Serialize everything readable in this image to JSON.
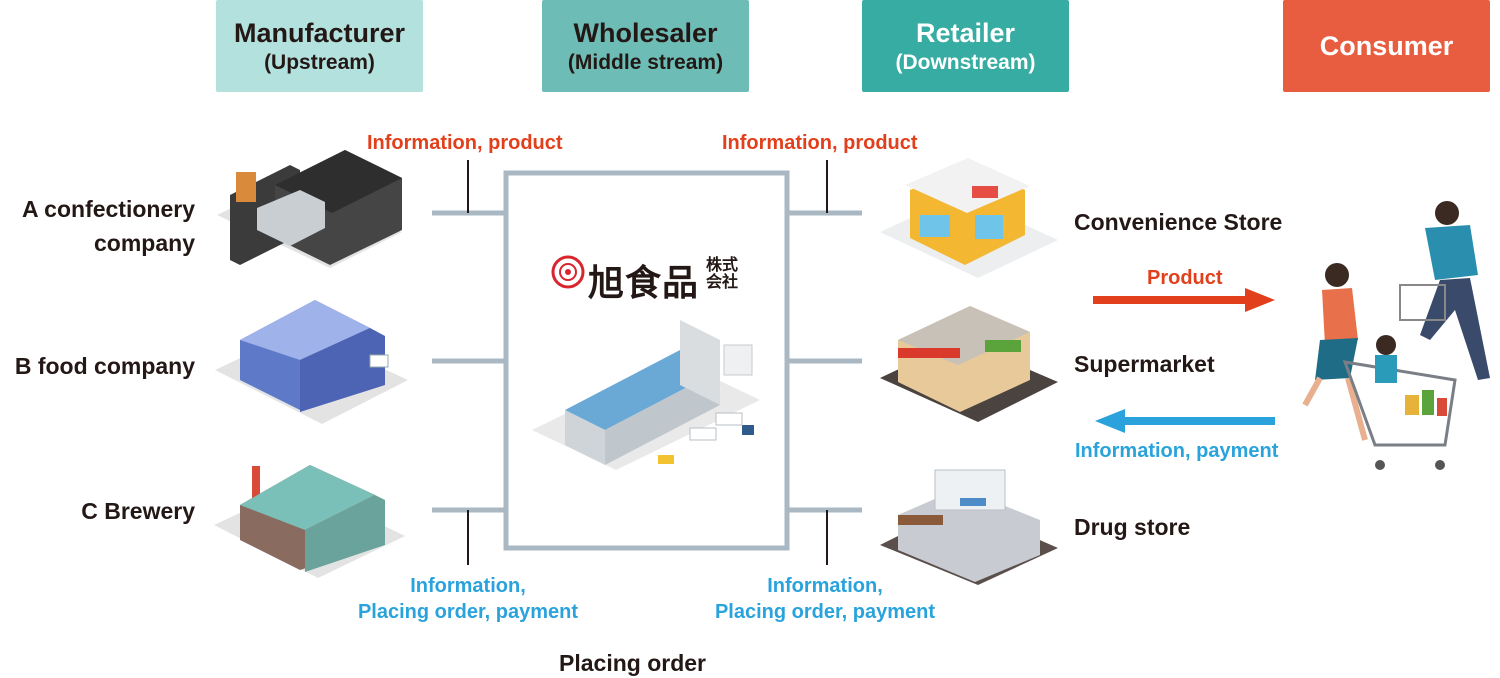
{
  "stages": {
    "manufacturer": {
      "title": "Manufacturer",
      "sub": "(Upstream)"
    },
    "wholesaler": {
      "title": "Wholesaler",
      "sub": "(Middle stream)"
    },
    "retailer": {
      "title": "Retailer",
      "sub": "(Downstream)"
    },
    "consumer": {
      "title": "Consumer"
    }
  },
  "manufacturers": {
    "a_line1": "A confectionery",
    "a_line2": "company",
    "b": "B food company",
    "c": "C Brewery"
  },
  "retailers": {
    "convenience": "Convenience Store",
    "supermarket": "Supermarket",
    "drugstore": "Drug store"
  },
  "flows": {
    "info_product_left": "Information, product",
    "info_product_right": "Information, product",
    "info_order_left_1": "Information,",
    "info_order_left_2": "Placing order, payment",
    "info_order_right_1": "Information,",
    "info_order_right_2": "Placing order, payment",
    "product": "Product",
    "info_payment": "Information, payment"
  },
  "wholesaler_logo": {
    "name": "旭食品",
    "suffix_top": "株式",
    "suffix_bottom": "会社"
  },
  "footer": "Placing order",
  "colors": {
    "red_flow": "#e2401c",
    "blue_flow": "#2aa3dc",
    "connector": "#a9b8c3"
  }
}
